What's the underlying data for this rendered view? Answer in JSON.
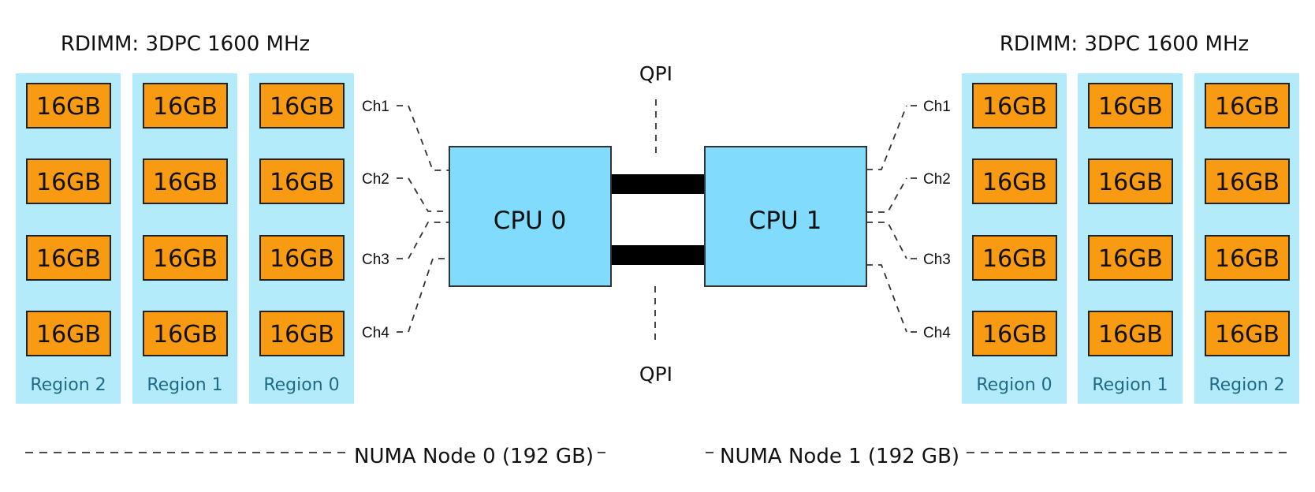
{
  "diagram": {
    "left_title": "RDIMM: 3DPC 1600 MHz",
    "right_title": "RDIMM: 3DPC 1600 MHz",
    "dimm_label": "16GB",
    "left_regions": [
      "Region 2",
      "Region 1",
      "Region 0"
    ],
    "right_regions": [
      "Region 0",
      "Region 1",
      "Region 2"
    ],
    "dimms_per_region": 4,
    "cpus": [
      "CPU 0",
      "CPU 1"
    ],
    "qpi_top": "QPI",
    "qpi_bottom": "QPI",
    "left_channels": [
      "Ch1",
      "Ch2",
      "Ch3",
      "Ch4"
    ],
    "right_channels": [
      "Ch1",
      "Ch2",
      "Ch3",
      "Ch4"
    ],
    "numa_nodes": [
      "NUMA Node 0 (192 GB)",
      "NUMA Node 1 (192 GB)"
    ],
    "colors": {
      "region_bg": "#b3ebfb",
      "dimm": "#f99b12",
      "cpu": "#80dbfd",
      "qpi_link": "#000000",
      "region_text": "#1d6a88"
    }
  }
}
